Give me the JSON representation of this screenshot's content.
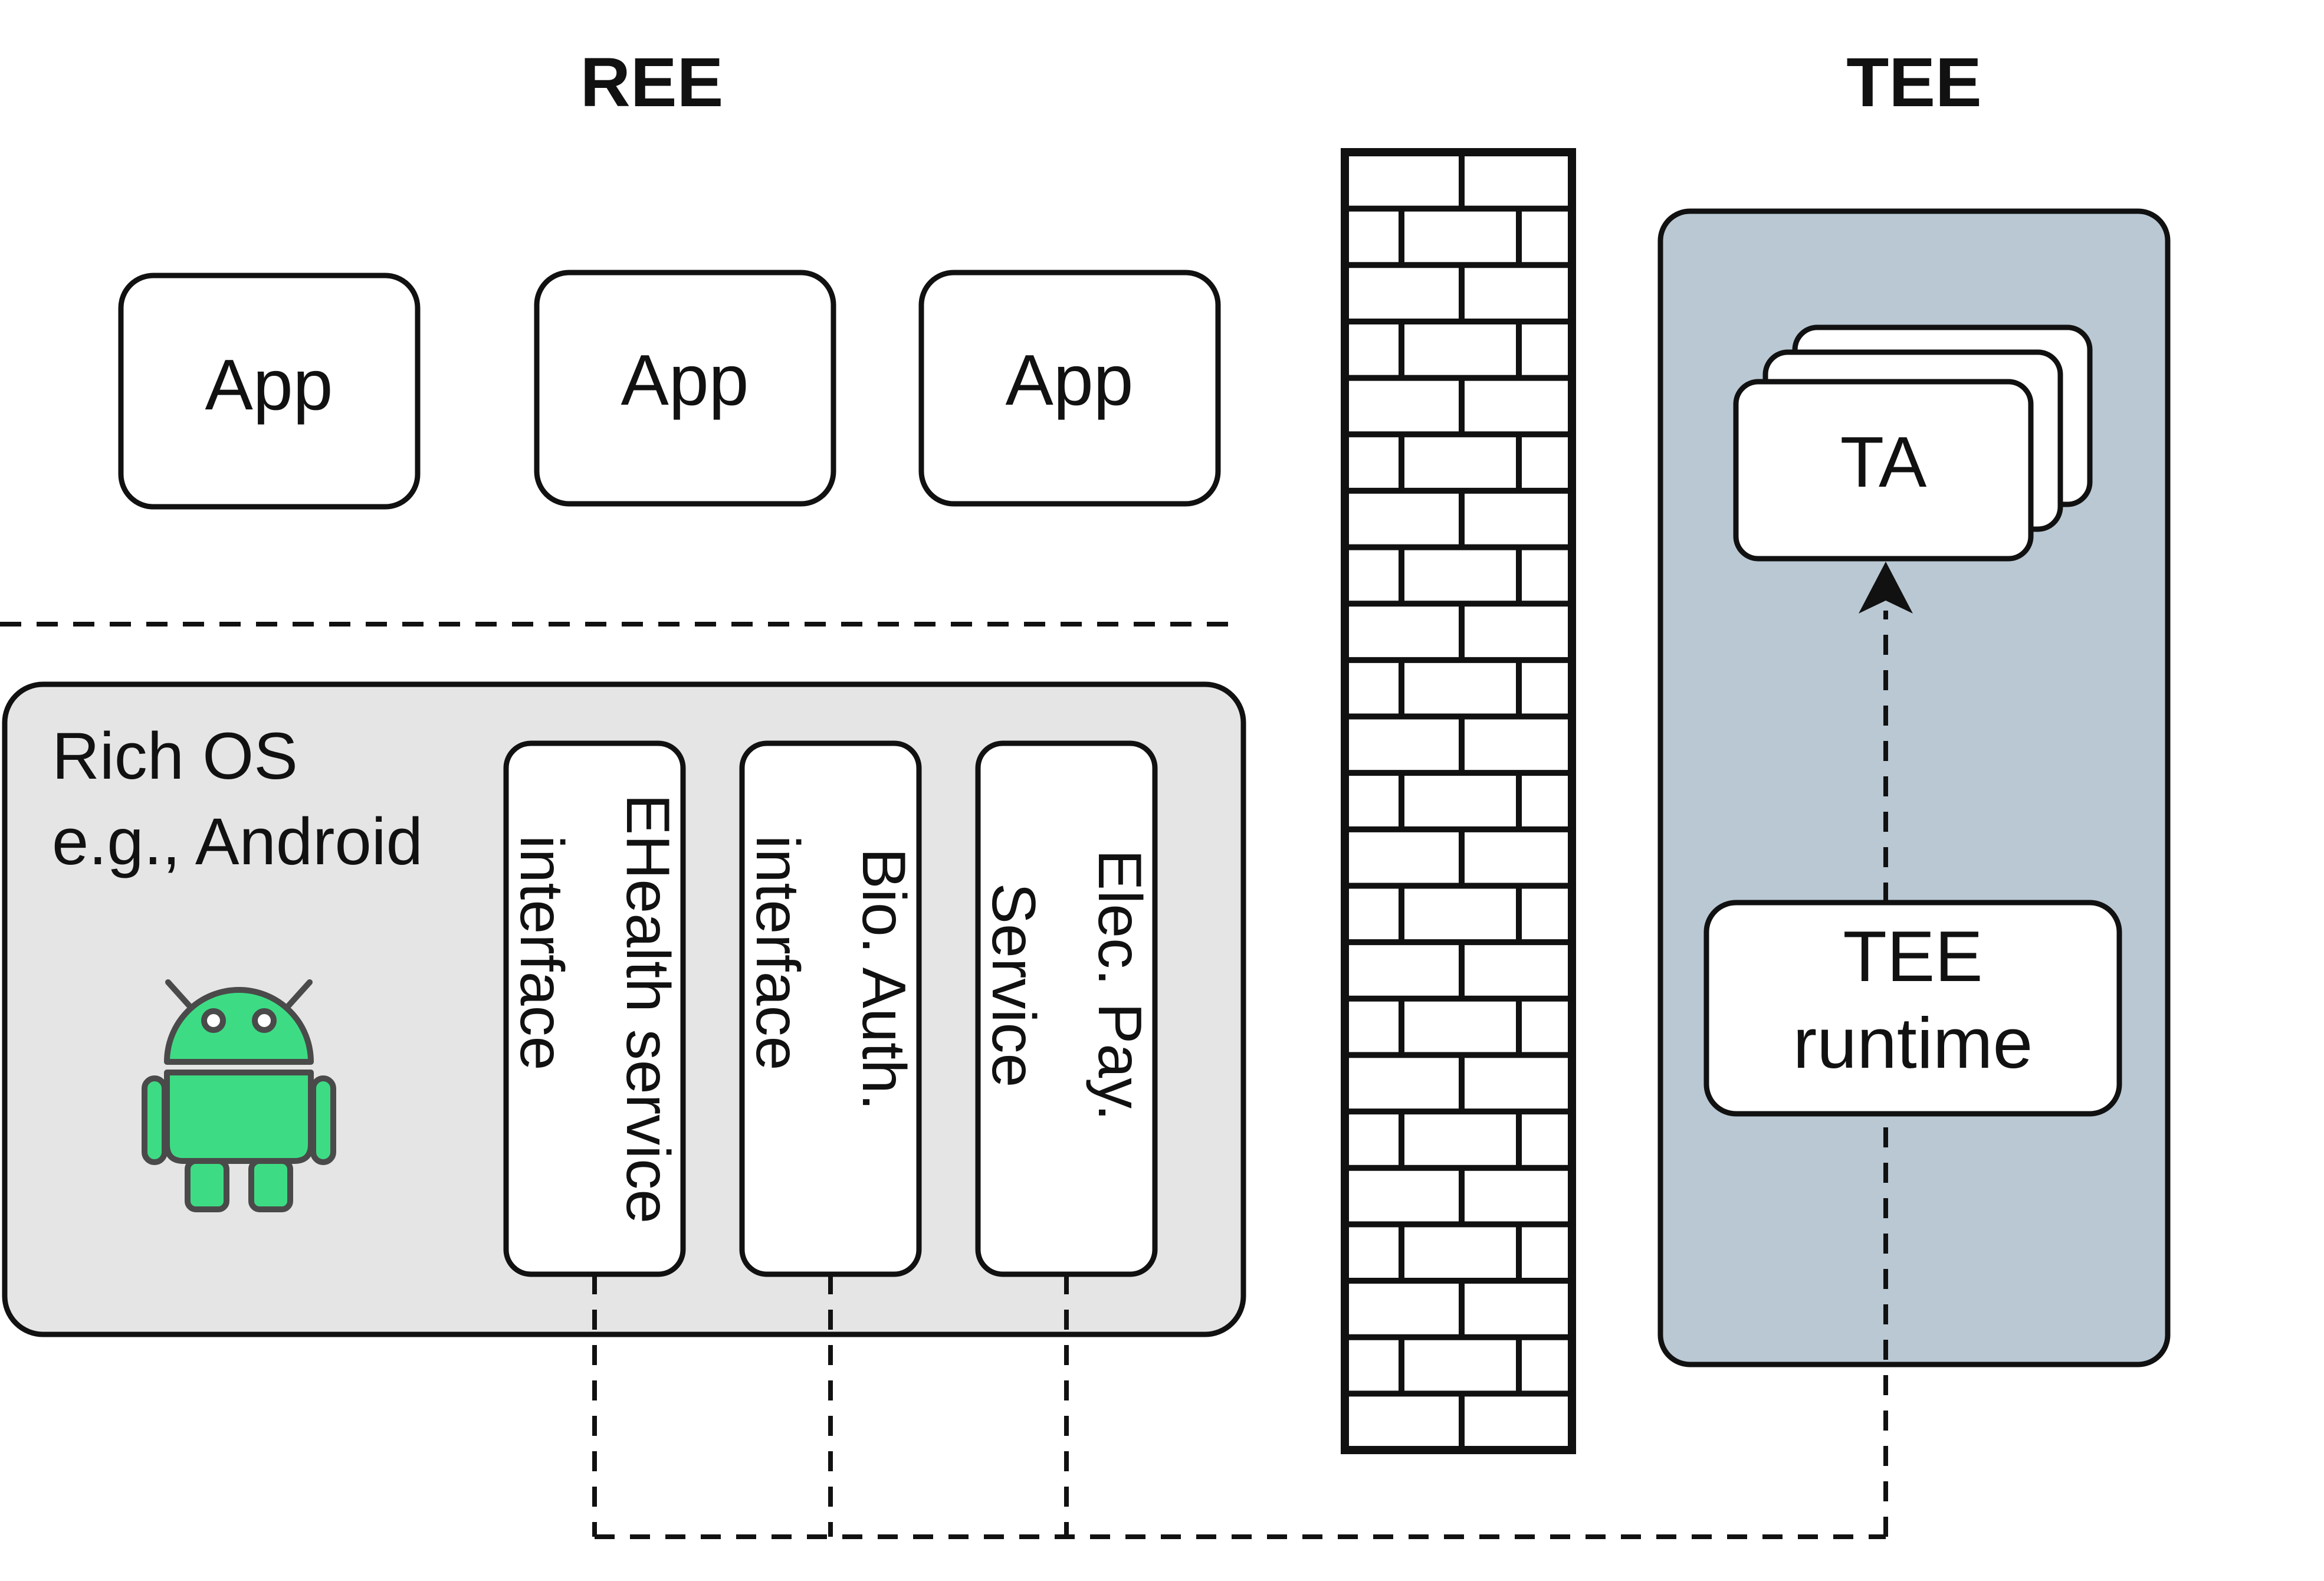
{
  "headings": {
    "ree": "REE",
    "tee": "TEE"
  },
  "apps": [
    "App",
    "App",
    "App"
  ],
  "rich_os": {
    "line1": "Rich OS",
    "line2": "e.g., Android"
  },
  "services": [
    {
      "line1": "EHealth service",
      "line2": "interface"
    },
    {
      "line1": "Bio. Auth.",
      "line2": "interface"
    },
    {
      "line1": "Elec. Pay.",
      "line2": "Service"
    }
  ],
  "tee": {
    "ta_label": "TA",
    "runtime_line1": "TEE",
    "runtime_line2": "runtime"
  },
  "icons": {
    "android": "android-robot-icon",
    "firewall": "brick-wall-icon"
  },
  "colors": {
    "rich_os_fill": "#e5e5e5",
    "tee_fill": "#b9c8d3",
    "android_green": "#3ddc84",
    "android_outline": "#4a4a4a",
    "stroke": "#111111",
    "box_fill": "#ffffff"
  }
}
